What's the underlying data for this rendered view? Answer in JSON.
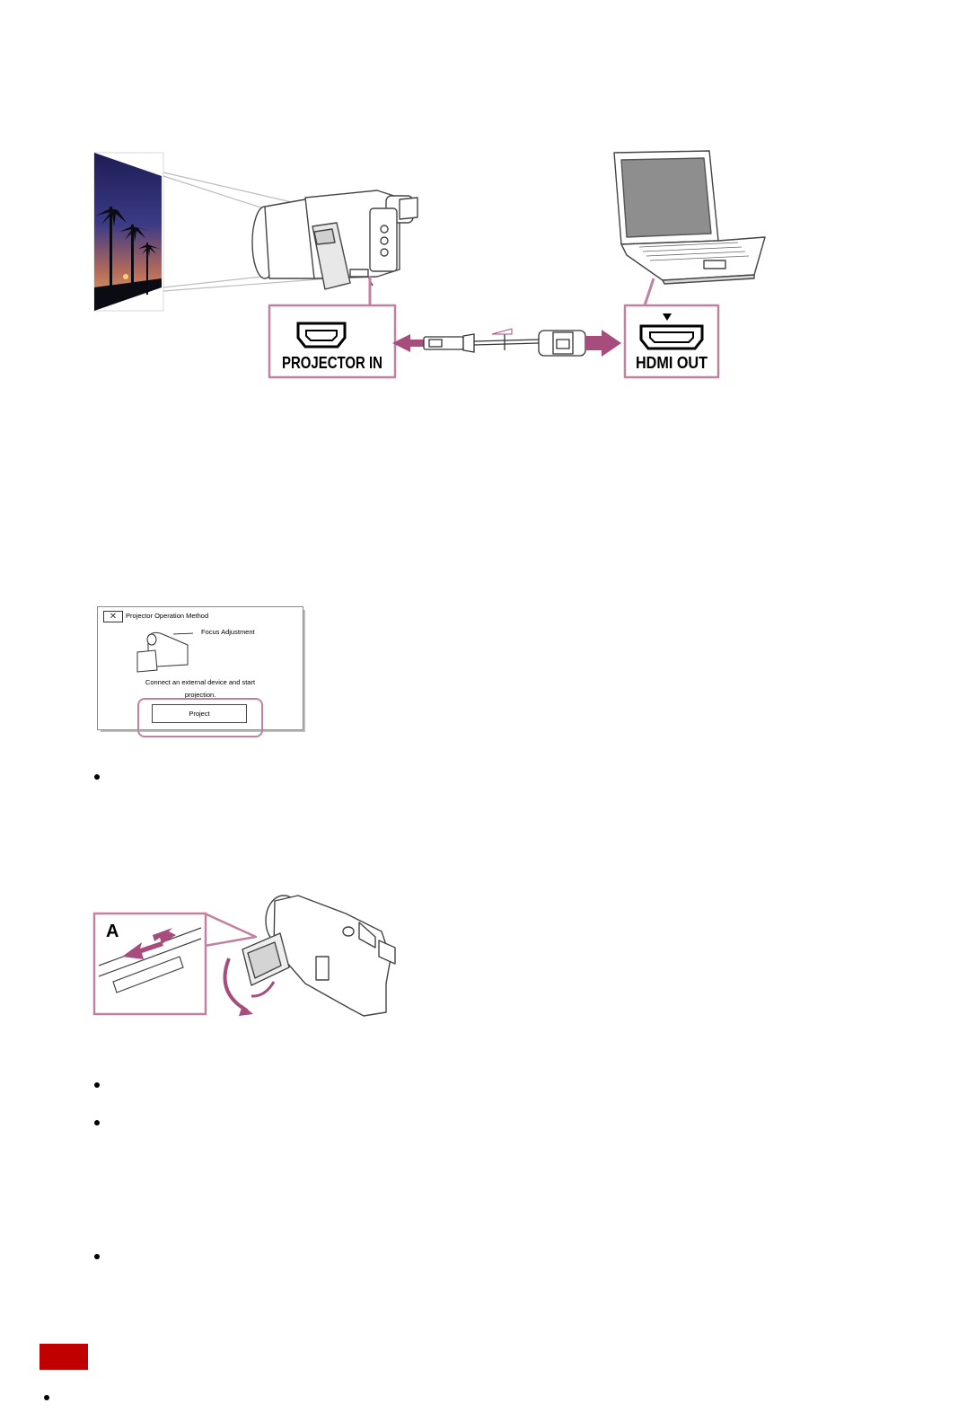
{
  "figure_connection": {
    "projector_label": "PROJECTOR IN",
    "hdmi_label": "HDMI OUT"
  },
  "figure_menu": {
    "close_symbol": "✕",
    "title": "Projector Operation Method",
    "focus_label": "Focus Adjustment",
    "message_line1": "Connect an external device and start",
    "message_line2": "projection.",
    "project_button": "Project"
  },
  "figure_lever": {
    "inset_label": "A"
  },
  "colors": {
    "highlight": "#c3819f",
    "arrow": "#a64d7d",
    "note_badge": "#c00000"
  },
  "icons": [
    "close-icon",
    "camcorder-icon",
    "laptop-icon",
    "hdmi-port-icon",
    "cable-icon",
    "arrow-icon",
    "rotate-arrow-icon"
  ]
}
